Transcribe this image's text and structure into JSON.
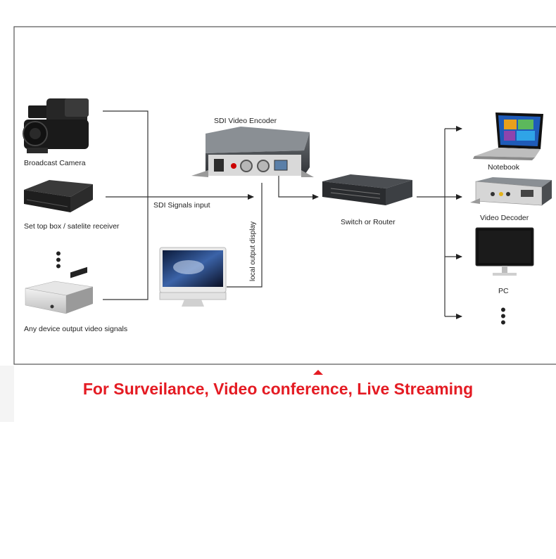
{
  "labels": {
    "broadcast_camera": "Broadcast Camera",
    "set_top_box": "Set top box / satelite receiver",
    "any_device": "Any device output video signals",
    "sdi_encoder": "SDI Video Encoder",
    "sdi_signals_input": "SDI Signals input",
    "local_output_display": "local output display",
    "switch_router": "Switch or Router",
    "notebook": "Notebook",
    "video_decoder": "Video Decoder",
    "pc": "PC"
  },
  "ellipsis": "•\n•\n•",
  "tagline": "For Surveilance, Video conference, Live Streaming",
  "colors": {
    "accent": "#e41b23",
    "line": "#333333",
    "frame": "#555555"
  },
  "icons": [
    "camcorder-icon",
    "settop-box-icon",
    "capture-device-icon",
    "encoder-device-icon",
    "monitor-icon",
    "router-icon",
    "laptop-icon",
    "decoder-device-icon",
    "pc-monitor-icon"
  ]
}
